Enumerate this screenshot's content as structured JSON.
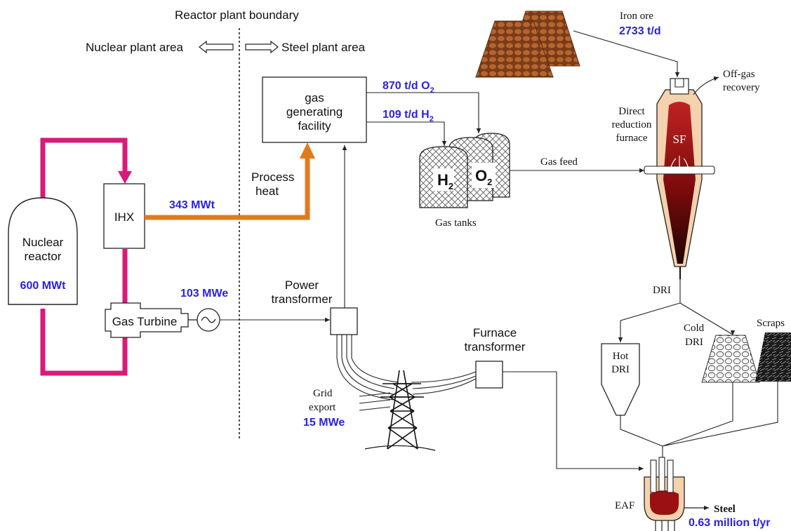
{
  "boundary": {
    "title": "Reactor plant boundary",
    "nuclear_area": "Nuclear plant area",
    "steel_area": "Steel plant area"
  },
  "reactor": {
    "label_line1": "Nuclear",
    "label_line2": "reactor",
    "power": "600 MWt"
  },
  "ihx": {
    "label": "IHX",
    "heat": "343 MWt"
  },
  "turbine": {
    "label": "Gas Turbine",
    "electric": "103 MWe"
  },
  "gas_facility": {
    "line1": "gas",
    "line2": "generating",
    "line3": "facility",
    "process_heat_line1": "Process",
    "process_heat_line2": "heat"
  },
  "gas_outputs": {
    "o2_amount": "870 t/d O",
    "o2_sub": "2",
    "h2_amount": "109 t/d H",
    "h2_sub": "2"
  },
  "gas_tanks": {
    "label": "Gas tanks",
    "h2_main": "H",
    "h2_sub": "2",
    "o2_main": "O",
    "o2_sub": "2",
    "gas_feed": "Gas feed"
  },
  "iron_ore": {
    "label": "Iron ore",
    "amount": "2733 t/d"
  },
  "furnace": {
    "offgas_line1": "Off-gas",
    "offgas_line2": "recovery",
    "name_line1": "Direct",
    "name_line2": "reduction",
    "name_line3": "furnace",
    "sf": "SF",
    "dri": "DRI"
  },
  "power_transformer": {
    "line1": "Power",
    "line2": "transformer"
  },
  "furnace_transformer": {
    "line1": "Furnace",
    "line2": "transformer"
  },
  "grid": {
    "line1": "Grid",
    "line2": "export",
    "amount": "15 MWe"
  },
  "hot_dri": {
    "line1": "Hot",
    "line2": "DRI"
  },
  "cold_dri": {
    "line1": "Cold",
    "line2": "DRI"
  },
  "scraps": {
    "label": "Scraps"
  },
  "eaf": {
    "label": "EAF",
    "product": "Steel",
    "amount": "0.63 million t/yr"
  },
  "colors": {
    "primary_loop": "#d81b7a",
    "process_heat": "#e07b1c",
    "value_text": "#2a22e0",
    "furnace_red": "#9b1010",
    "ore_brown": "#8b4a23"
  }
}
